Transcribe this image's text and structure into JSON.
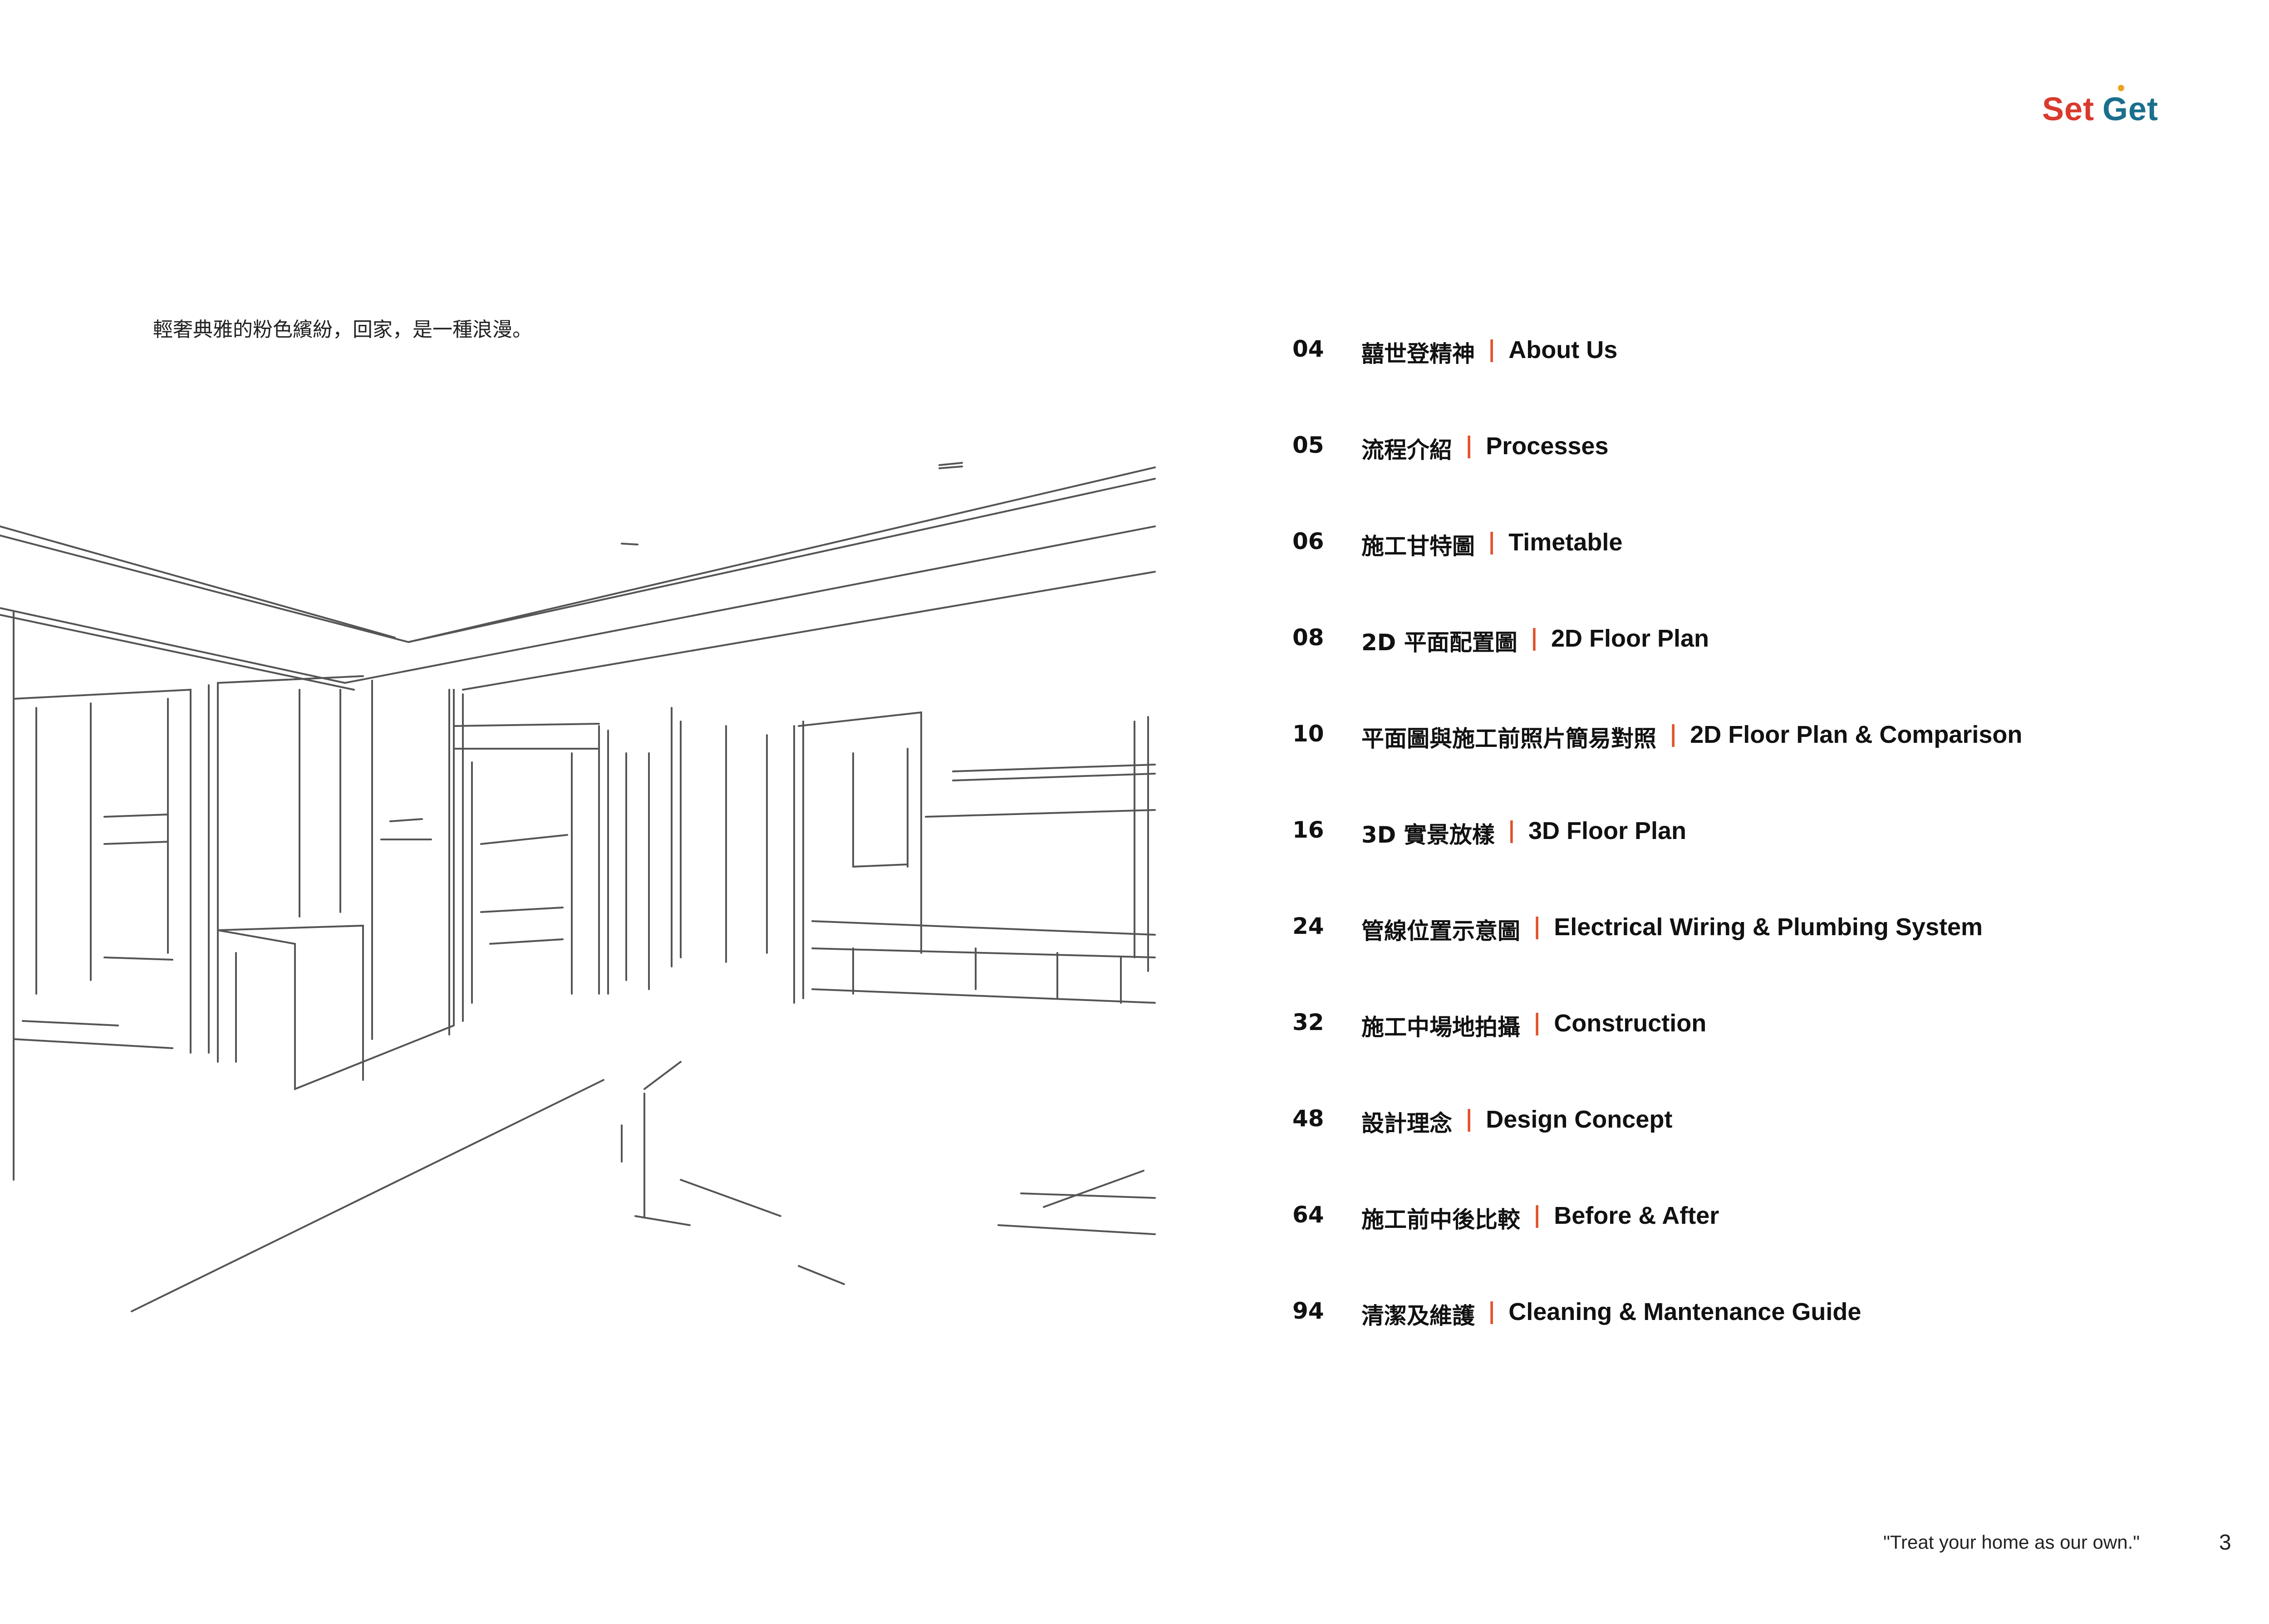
{
  "brand": {
    "word1": "Set",
    "word2": "Get"
  },
  "tagline": "輕奢典雅的粉色繽紛，回家，是一種浪漫。",
  "toc": [
    {
      "page": "04",
      "zh": "囍世登精神",
      "sep": "|",
      "en": "About Us"
    },
    {
      "page": "05",
      "zh": "流程介紹",
      "sep": "|",
      "en": "Processes"
    },
    {
      "page": "06",
      "zh": "施工甘特圖",
      "sep": "|",
      "en": "Timetable"
    },
    {
      "page": "08",
      "zh": "2D 平面配置圖",
      "sep": "|",
      "en": "2D Floor Plan"
    },
    {
      "page": "10",
      "zh": "平面圖與施工前照片簡易對照",
      "sep": "|",
      "en": "2D Floor Plan & Comparison"
    },
    {
      "page": "16",
      "zh": "3D 實景放樣",
      "sep": "|",
      "en": "3D Floor Plan"
    },
    {
      "page": "24",
      "zh": "管線位置示意圖",
      "sep": "|",
      "en": "Electrical Wiring & Plumbing System"
    },
    {
      "page": "32",
      "zh": "施工中場地拍攝",
      "sep": "|",
      "en": "Construction"
    },
    {
      "page": "48",
      "zh": "設計理念",
      "sep": "|",
      "en": "Design Concept"
    },
    {
      "page": "64",
      "zh": "施工前中後比較",
      "sep": "|",
      "en": "Before & After"
    },
    {
      "page": "94",
      "zh": "清潔及維護",
      "sep": "|",
      "en": "Cleaning & Mantenance Guide"
    }
  ],
  "footer": {
    "motto": "\"Treat your home as our own.\"",
    "page_number": "3"
  },
  "colors": {
    "brand_red": "#d93a2e",
    "brand_teal": "#1a6f8c",
    "accent_orange": "#e0522a",
    "dot_yellow": "#e9a324"
  }
}
